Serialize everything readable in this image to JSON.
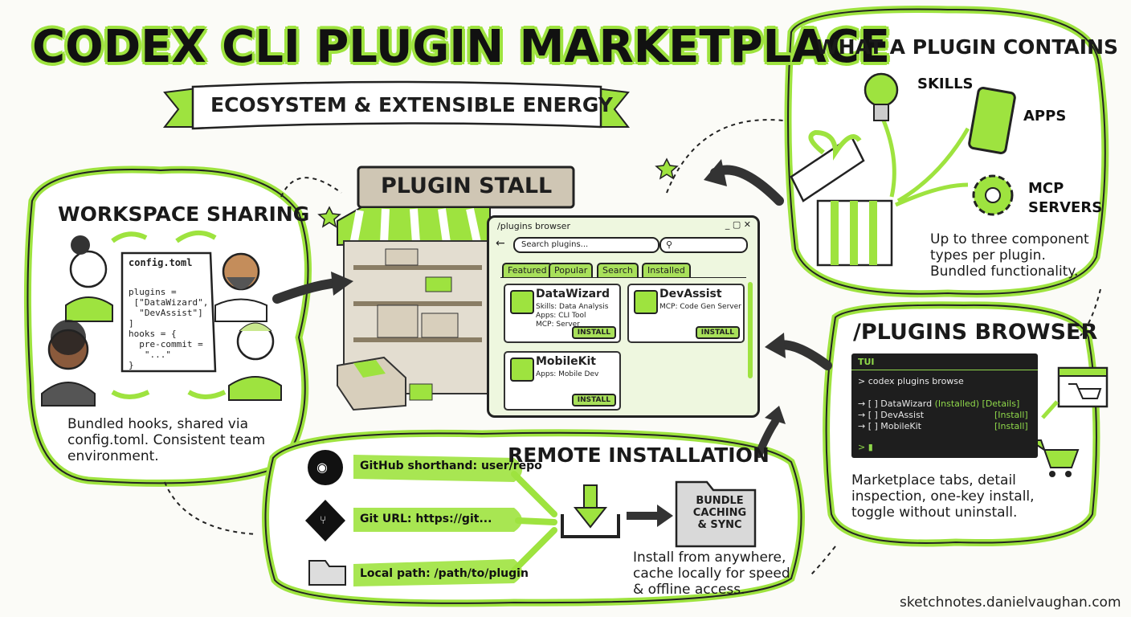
{
  "title": "CODEX CLI PLUGIN MARKETPLACE",
  "subtitle": "ECOSYSTEM & EXTENSIBLE ENERGY",
  "stall_sign": "PLUGIN STALL",
  "workspace": {
    "title": "WORKSPACE SHARING",
    "file_name": "config.toml",
    "code_lines": [
      "plugins =",
      " [\"DataWizard\",",
      "  \"DevAssist\"]",
      "]",
      "hooks = {",
      "  pre-commit =",
      "   \"...\"",
      "}"
    ],
    "caption": [
      "Bundled hooks, shared via",
      "config.toml. Consistent team",
      "environment."
    ]
  },
  "browser": {
    "window_title": "/plugins browser",
    "search_placeholder": "Search plugins...",
    "tabs": [
      "Featured",
      "Popular",
      "Search",
      "Installed"
    ],
    "install_label": "INSTALL",
    "cards": [
      {
        "name": "DataWizard",
        "lines": [
          "Skills: Data Analysis",
          "Apps: CLI Tool",
          "MCP: Server"
        ],
        "icon": "lightbulb-icon"
      },
      {
        "name": "DevAssist",
        "lines": [
          "MCP: Code Gen Server"
        ],
        "icon": "gear-icon"
      },
      {
        "name": "MobileKit",
        "lines": [
          "Apps: Mobile Dev"
        ],
        "icon": "phone-icon"
      }
    ]
  },
  "contains": {
    "title": "WHAT A PLUGIN CONTAINS",
    "items": [
      "SKILLS",
      "APPS",
      "MCP",
      "SERVERS"
    ],
    "caption": [
      "Up to three component",
      "types per plugin.",
      "Bundled functionality."
    ]
  },
  "plugins_browser": {
    "title": "/PLUGINS BROWSER",
    "terminal_label": "TUI",
    "command": "> codex plugins browse",
    "rows": [
      {
        "prefix": "→ [ ] DataWizard",
        "status": "(Installed)",
        "action": "[Details]"
      },
      {
        "prefix": "→ [ ] DevAssist",
        "status": "",
        "action": "[Install]"
      },
      {
        "prefix": "→ [ ] MobileKit",
        "status": "",
        "action": "[Install]"
      }
    ],
    "prompt": ">",
    "caption": [
      "Marketplace tabs, detail",
      "inspection, one-key install,",
      "toggle without uninstall."
    ]
  },
  "remote": {
    "title": "REMOTE INSTALLATION",
    "sources": [
      "GitHub shorthand: user/repo",
      "Git URL: https://git...",
      "Local path: /path/to/plugin"
    ],
    "bundle_label": [
      "BUNDLE",
      "CACHING",
      "& SYNC"
    ],
    "caption": [
      "Install from anywhere,",
      "cache locally for speed",
      "& offline access."
    ]
  },
  "credit": "sketchnotes.danielvaughan.com",
  "colors": {
    "accent": "#9ee33f",
    "ink": "#1e1e1e",
    "paper": "#fbfbf7",
    "terminal": "#1e1e1e"
  }
}
